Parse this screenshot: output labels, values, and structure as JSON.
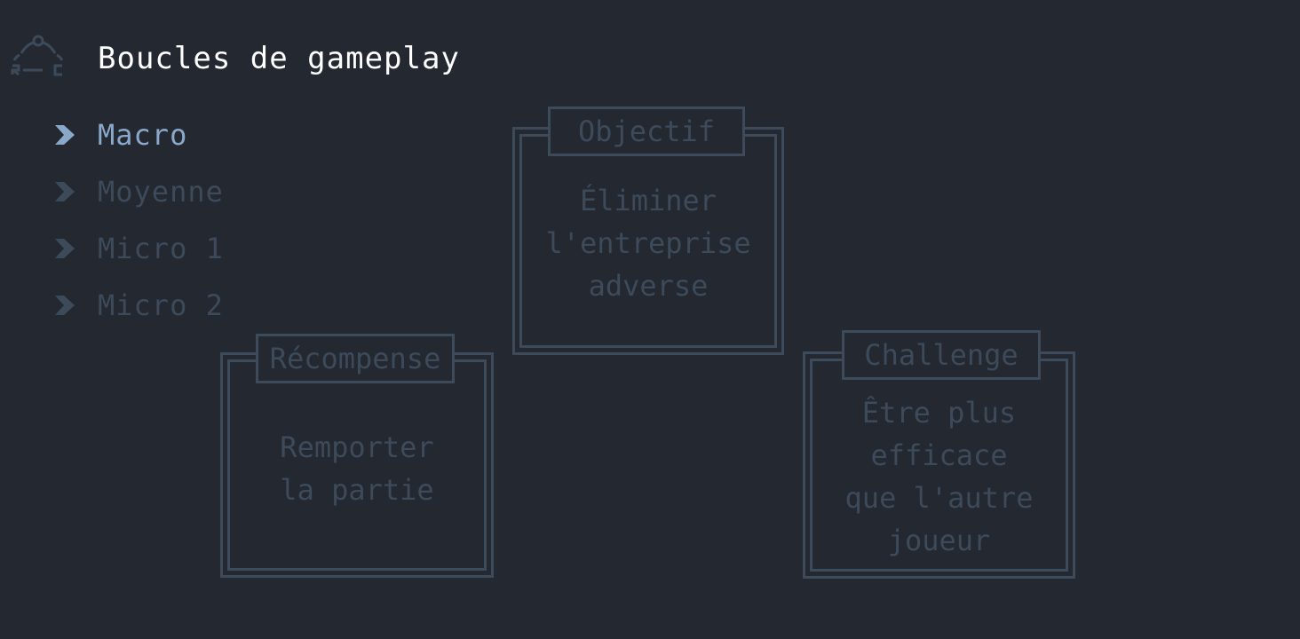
{
  "header": {
    "title": "Boucles de gameplay"
  },
  "menu": {
    "items": [
      {
        "label": "Macro",
        "active": true
      },
      {
        "label": "Moyenne",
        "active": false
      },
      {
        "label": "Micro 1",
        "active": false
      },
      {
        "label": "Micro 2",
        "active": false
      }
    ]
  },
  "cards": {
    "objectif": {
      "title": "Objectif",
      "text": "Éliminer\nl'entreprise\nadverse"
    },
    "recompense": {
      "title": "Récompense",
      "text": "Remporter\nla partie"
    },
    "challenge": {
      "title": "Challenge",
      "text": "Être plus\nefficace\nque l'autre\njoueur"
    }
  },
  "colors": {
    "background": "#232831",
    "title": "#ffffff",
    "active": "#8aa8c9",
    "muted": "#3d4a5a"
  },
  "icons": {
    "logo": "loop-logo-icon",
    "menu_bullet": "chevron-right-icon"
  }
}
